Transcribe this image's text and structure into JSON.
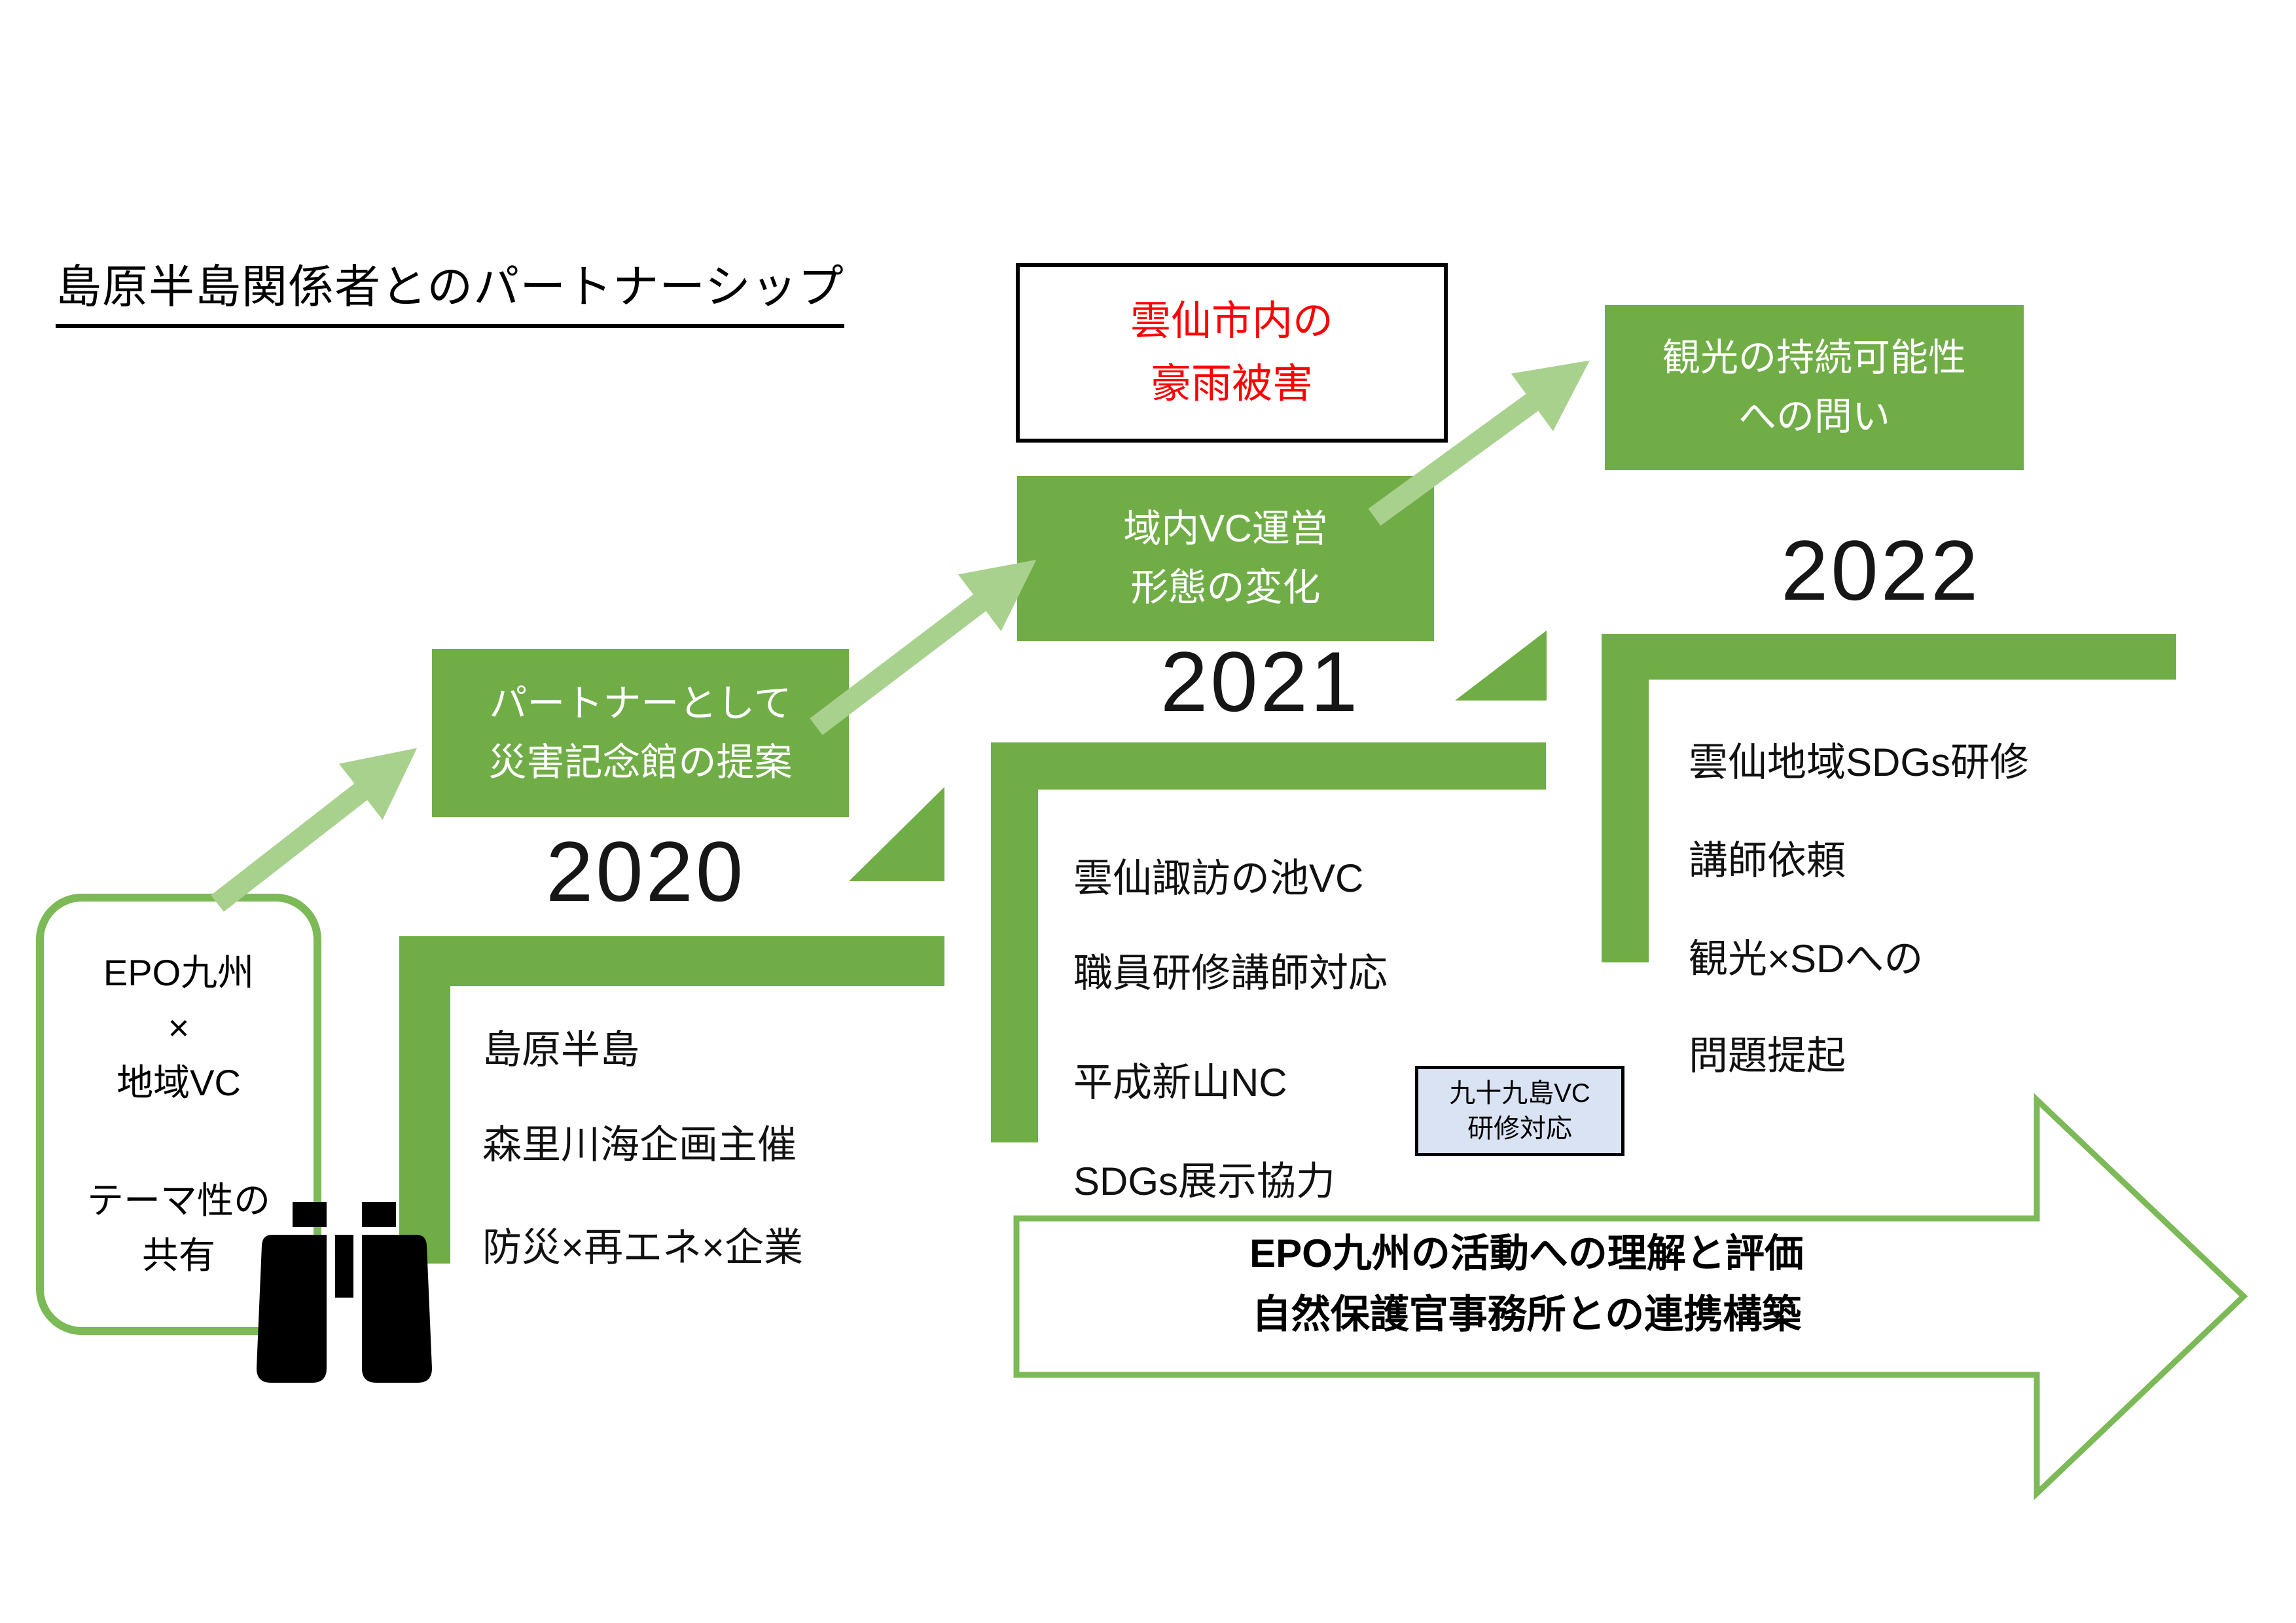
{
  "colors": {
    "green": "#70AD47",
    "green_outline": "#7CB957",
    "green_light_arrow": "#A9D18E",
    "red": "#FF0000",
    "blue_box_fill": "#DAE3F3",
    "ink": "#111111"
  },
  "title": "島原半島関係者とのパートナーシップ",
  "callout_heavy_rain": {
    "line1": "雲仙市内の",
    "line2": "豪雨被害"
  },
  "box_tourism": {
    "line1": "観光の持続可能性",
    "line2": "への問い"
  },
  "box_vc_change": {
    "line1": "域内VC運営",
    "line2": "形態の変化"
  },
  "box_partner": {
    "line1": "パートナーとして",
    "line2": "災害記念館の提案"
  },
  "epo_card": {
    "line1": "EPO九州",
    "line2": "×",
    "line3": "地域VC",
    "line4": "テーマ性の",
    "line5": "共有"
  },
  "years": [
    {
      "label": "2020",
      "items": [
        "島原半島",
        "森里川海企画主催",
        "防災×再エネ×企業"
      ]
    },
    {
      "label": "2021",
      "items": [
        "雲仙諏訪の池VC",
        "職員研修講師対応",
        "平成新山NC",
        "SDGs展示協力"
      ]
    },
    {
      "label": "2022",
      "items": [
        "雲仙地域SDGs研修",
        "講師依頼",
        "観光×SDへの",
        "問題提起"
      ]
    }
  ],
  "badge_kujukushima": {
    "line1": "九十九島VC",
    "line2": "研修対応"
  },
  "big_arrow": {
    "line1": "EPO九州の活動への理解と評価",
    "line2": "自然保護官事務所との連携構築"
  },
  "icons": {
    "binoculars": "binoculars-icon",
    "growth_arrow": "growth-arrow-icon"
  }
}
